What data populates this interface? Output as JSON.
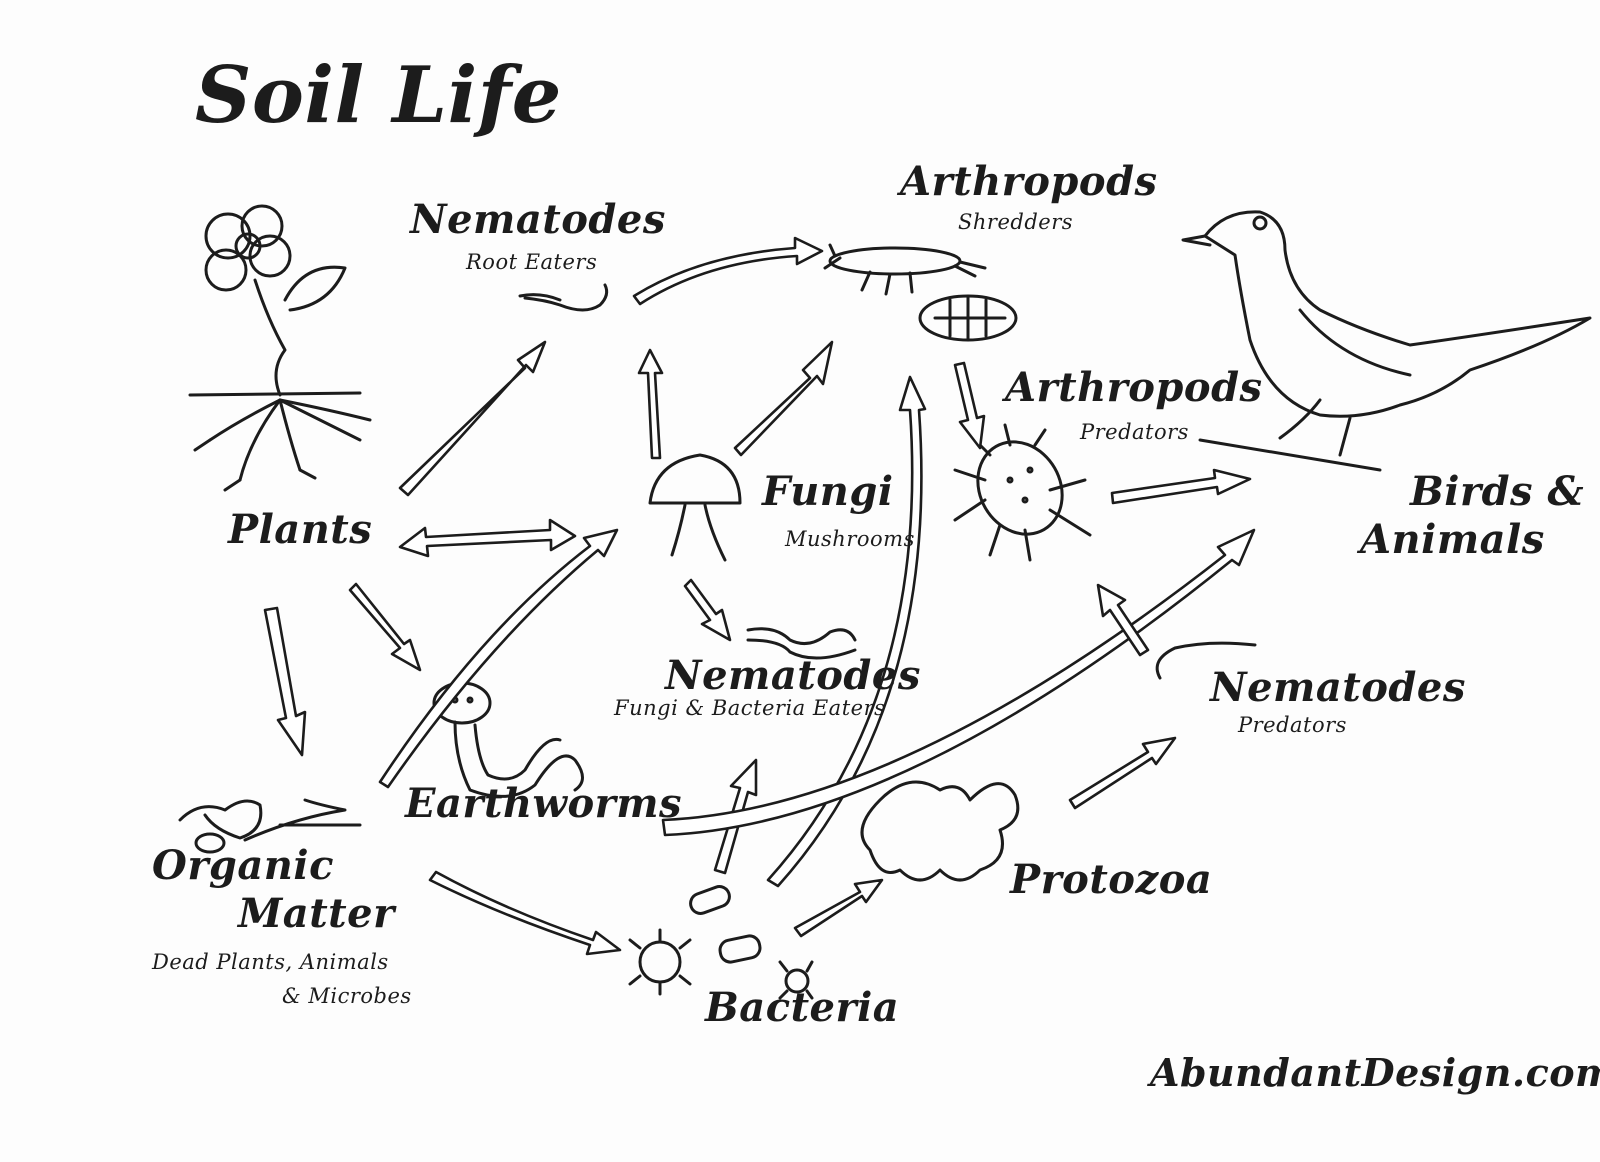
{
  "title": "Soil Life",
  "nodes": {
    "plants": {
      "label": "Plants"
    },
    "nematodes_root": {
      "label": "Nematodes",
      "sub": "Root Eaters"
    },
    "arthropods_shredders": {
      "label": "Arthropods",
      "sub": "Shredders"
    },
    "arthropods_predators": {
      "label": "Arthropods",
      "sub": "Predators"
    },
    "birds": {
      "label1": "Birds &",
      "label2": "Animals"
    },
    "fungi": {
      "label": "Fungi",
      "sub": "Mushrooms"
    },
    "nematodes_fb": {
      "label": "Nematodes",
      "sub": "Fungi & Bacteria Eaters"
    },
    "nematodes_pred": {
      "label": "Nematodes",
      "sub": "Predators"
    },
    "earthworms": {
      "label": "Earthworms"
    },
    "organic": {
      "label1": "Organic",
      "label2": "Matter",
      "sub1": "Dead Plants, Animals",
      "sub2": "& Microbes"
    },
    "protozoa": {
      "label": "Protozoa"
    },
    "bacteria": {
      "label": "Bacteria"
    }
  },
  "footer": {
    "credit": "AbundantDesign.com"
  }
}
